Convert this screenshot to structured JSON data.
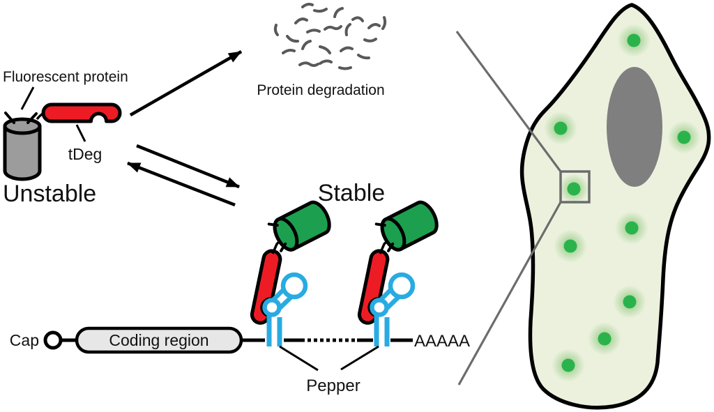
{
  "labels": {
    "fluorescent_protein": "Fluorescent protein",
    "tdeg": "tDeg",
    "unstable": "Unstable",
    "protein_degradation": "Protein degradation",
    "stable": "Stable",
    "cap": "Cap",
    "coding_region": "Coding region",
    "poly_a": "AAAAA",
    "pepper": "Pepper"
  },
  "colors": {
    "red": "#ED1C24",
    "green": "#1CA04F",
    "dot_green": "#2BB34B",
    "blue": "#29ABE2",
    "gray_protein": "#9C9C9C",
    "nucleus_gray": "#7F7F7F",
    "cell_fill": "#ECF1DE",
    "coding_fill": "#E7E7E7",
    "fragment_gray": "#595959",
    "callout_gray": "#6C6C6C"
  },
  "cell": {
    "granule_count": 9,
    "pepper_sites": 2
  }
}
